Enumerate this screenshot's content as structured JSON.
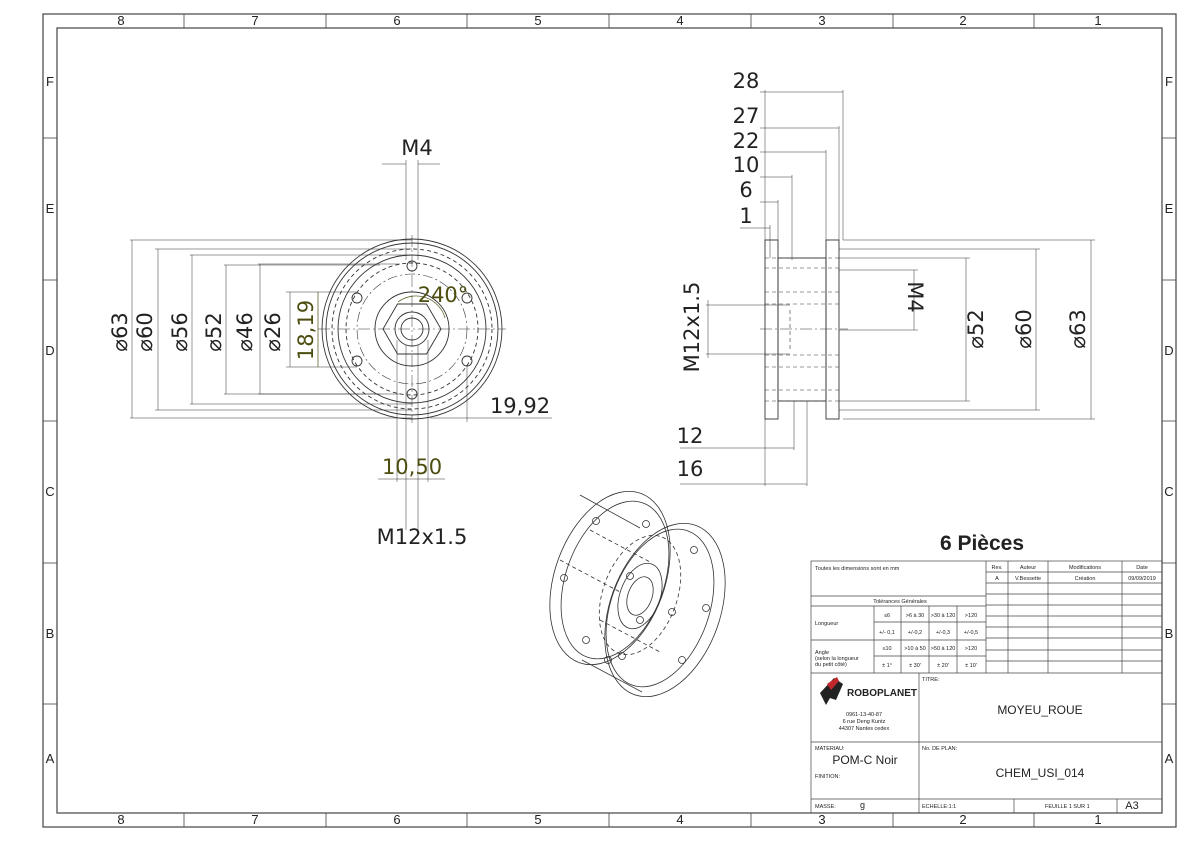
{
  "border": {
    "columns": [
      "8",
      "7",
      "6",
      "5",
      "4",
      "3",
      "2",
      "1"
    ],
    "rows": [
      "F",
      "E",
      "D",
      "C",
      "B",
      "A"
    ]
  },
  "front_view": {
    "thread_hole": "M4",
    "angle": "240°",
    "dims": {
      "d63": "63",
      "d60": "60",
      "d56": "56",
      "d52": "52",
      "d46": "46",
      "d26": "26",
      "h1819": "18,19",
      "w1992": "19,92",
      "w1050": "10,50",
      "thread_center": "M12x1.5"
    }
  },
  "side_view": {
    "lengths": [
      "28",
      "27",
      "22",
      "10",
      "6",
      "1"
    ],
    "bottom": [
      "12",
      "16"
    ],
    "thread_left": "M12x1.5",
    "thread_hole": "M4",
    "diameters": [
      "52",
      "60",
      "63"
    ]
  },
  "title_block": {
    "quantity": "6 Pièces",
    "units_note": "Toutes les dimensions sont en mm",
    "rev_header": {
      "rev": "Rev.",
      "author": "Auteur",
      "changes": "Modifications",
      "date": "Date"
    },
    "rev_row": {
      "rev": "A",
      "author": "V.Bessette",
      "changes": "Création",
      "date": "09/09/2019"
    },
    "tol_title": "Tolérances Générales",
    "length_label": "Longueur",
    "length_ranges": [
      "≤6",
      ">6 à 30",
      ">30 à 120",
      ">120"
    ],
    "length_tols": [
      "+/- 0,1",
      "+/-0,2",
      "+/-0,3",
      "+/-0,5"
    ],
    "angle_label_1": "Angle",
    "angle_label_2": "(selon la longueur",
    "angle_label_3": "du petit côté)",
    "angle_ranges": [
      "≤10",
      ">10 à 50",
      ">50 à 120",
      ">120"
    ],
    "angle_tols": [
      "± 1°",
      "± 30'",
      "± 20'",
      "± 10'"
    ],
    "company": "ROBOPLANET",
    "phone": "0961-13-40-87",
    "street": "6 rue Deng Kuntz",
    "city": "44307 Nantes cedex",
    "title_label": "TITRE:",
    "title": "MOYEU_ROUE",
    "material_label": "MATERIAU:",
    "material": "POM-C Noir",
    "finish_label": "FINITION:",
    "plan_label": "No. DE PLAN:",
    "plan": "CHEM_USI_014",
    "mass_label": "MASSE:",
    "mass_unit": "g",
    "scale": "ECHELLE:1:1",
    "sheet": "FEUILLE 1 SUR 1",
    "format": "A3"
  }
}
